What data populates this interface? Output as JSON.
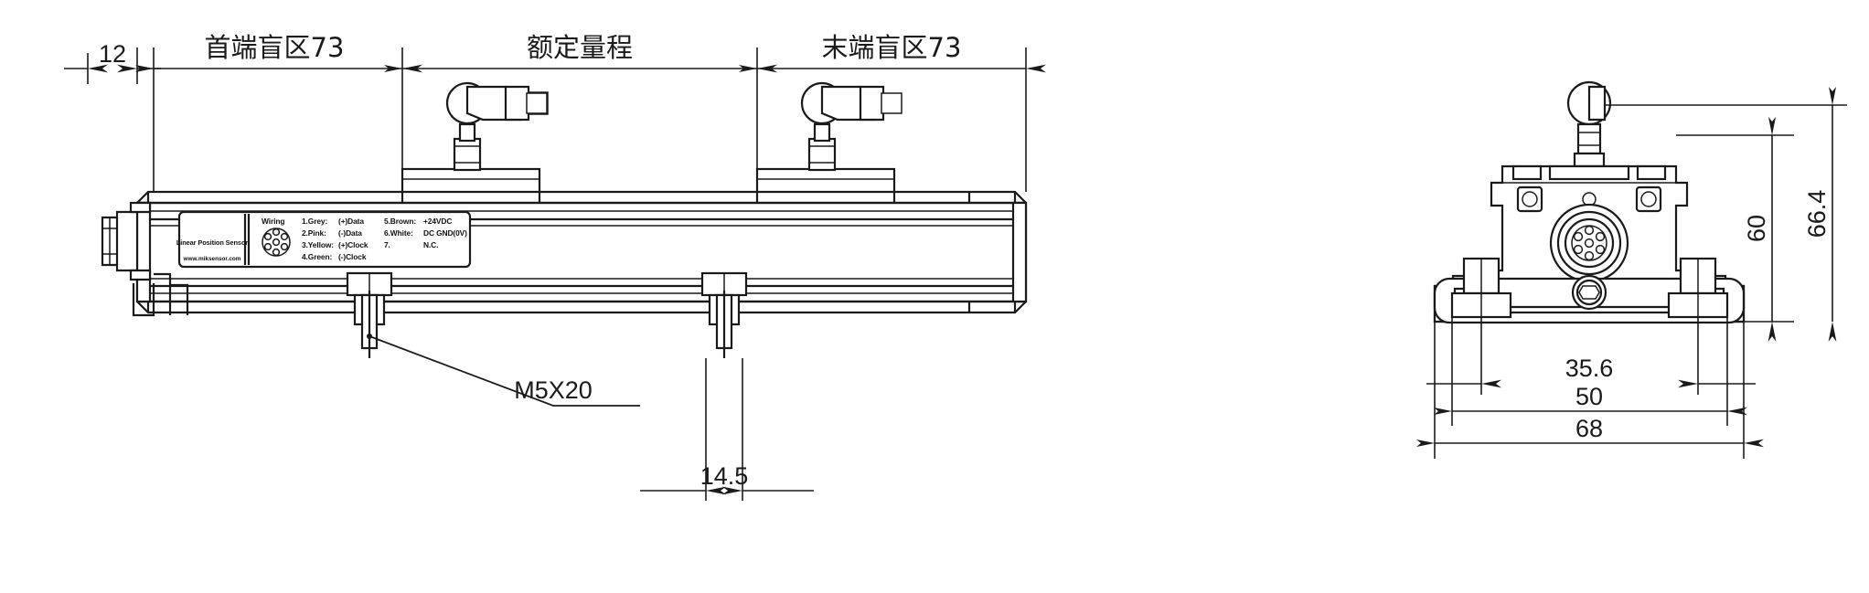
{
  "drawing": {
    "title": "Linear Position Sensor Outline Drawing",
    "line_color": "#1a1a1a",
    "background": "#ffffff"
  },
  "top_dimensions": [
    {
      "name": "lead-in-gap",
      "label": "12"
    },
    {
      "name": "head-dead-zone",
      "label": "首端盲区73"
    },
    {
      "name": "rated-stroke",
      "label": "额定量程"
    },
    {
      "name": "tail-dead-zone",
      "label": "末端盲区73"
    }
  ],
  "bottom_dimensions": [
    {
      "name": "mounting-screw-callout",
      "label": "M5X20"
    },
    {
      "name": "clamp-width",
      "label": "14.5"
    }
  ],
  "side_view_dimensions": {
    "horizontal": [
      {
        "name": "bracket-inner-span",
        "label": "35.6"
      },
      {
        "name": "bracket-bolt-span",
        "label": "50"
      },
      {
        "name": "bracket-overall-width",
        "label": "68"
      }
    ],
    "vertical": [
      {
        "name": "body-height",
        "label": "60"
      },
      {
        "name": "overall-height",
        "label": "66.4"
      }
    ]
  },
  "nameplate": {
    "brand_line": "Linear Position Sensor",
    "website": "www.miksensor.com",
    "wiring_heading": "Wiring",
    "connector_icon": "7-pin-connector-icon",
    "wiring_left": [
      {
        "pin": "1.Grey:",
        "signal": "(+)Data"
      },
      {
        "pin": "2.Pink:",
        "signal": "(-)Data"
      },
      {
        "pin": "3.Yellow:",
        "signal": "(+)Clock"
      },
      {
        "pin": "4.Green:",
        "signal": "(-)Clock"
      }
    ],
    "wiring_right": [
      {
        "pin": "5.Brown:",
        "signal": "+24VDC"
      },
      {
        "pin": "6.White:",
        "signal": "DC GND(0V)"
      },
      {
        "pin": "7.",
        "signal": "N.C."
      }
    ]
  },
  "views": {
    "front": {
      "name": "front-elevation-view"
    },
    "side": {
      "name": "end-section-view"
    }
  },
  "components": [
    {
      "name": "magnet-rider-1",
      "view": "front"
    },
    {
      "name": "magnet-rider-2",
      "view": "front"
    },
    {
      "name": "profile-body",
      "view": "front"
    },
    {
      "name": "end-cap-left",
      "view": "front"
    },
    {
      "name": "mounting-clamp-1",
      "view": "front"
    },
    {
      "name": "mounting-clamp-2",
      "view": "front"
    },
    {
      "name": "connector-socket",
      "view": "side"
    },
    {
      "name": "mounting-bracket",
      "view": "side"
    }
  ]
}
